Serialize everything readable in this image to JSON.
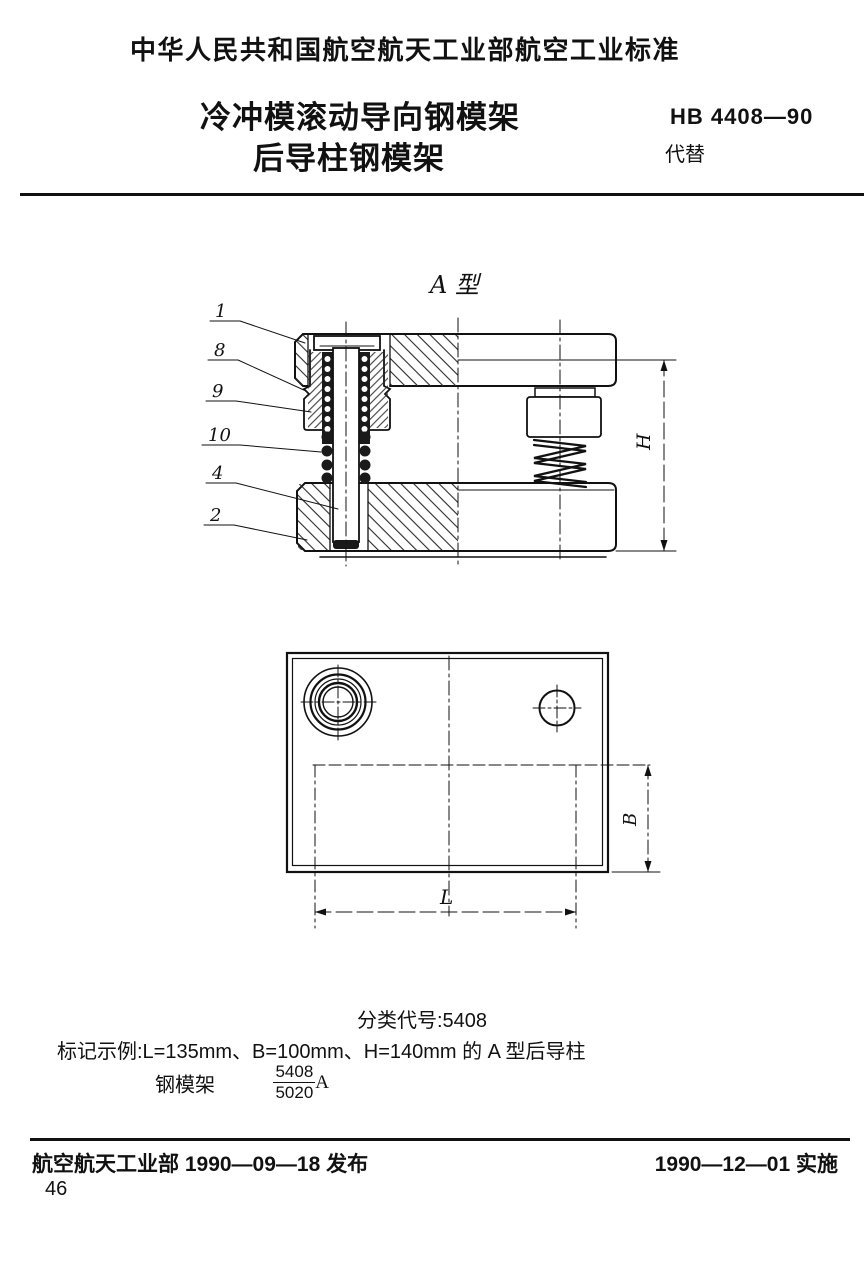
{
  "header": {
    "standard_org_line": "中华人民共和国航空航天工业部航空工业标准",
    "title_line1": "冷冲模滚动导向钢模架",
    "title_line2": "后导柱钢模架",
    "standard_no": "HB 4408—90",
    "supersedes_label": "代替"
  },
  "drawing": {
    "view_label": "A 型",
    "part_labels": [
      "1",
      "8",
      "9",
      "10",
      "4",
      "2"
    ],
    "dim_h": "H",
    "dim_l": "L",
    "dim_b": "B"
  },
  "classification": {
    "line": "分类代号:5408"
  },
  "marking_example": {
    "line1": "标记示例:L=135mm、B=100mm、H=140mm 的 A 型后导柱",
    "prefix": "钢模架",
    "fraction_top": "5408",
    "fraction_bottom": "5020",
    "suffix": "A"
  },
  "footer": {
    "issued": "航空航天工业部 1990—09—18 发布",
    "effective": "1990—12—01 实施",
    "page_number": "46"
  }
}
